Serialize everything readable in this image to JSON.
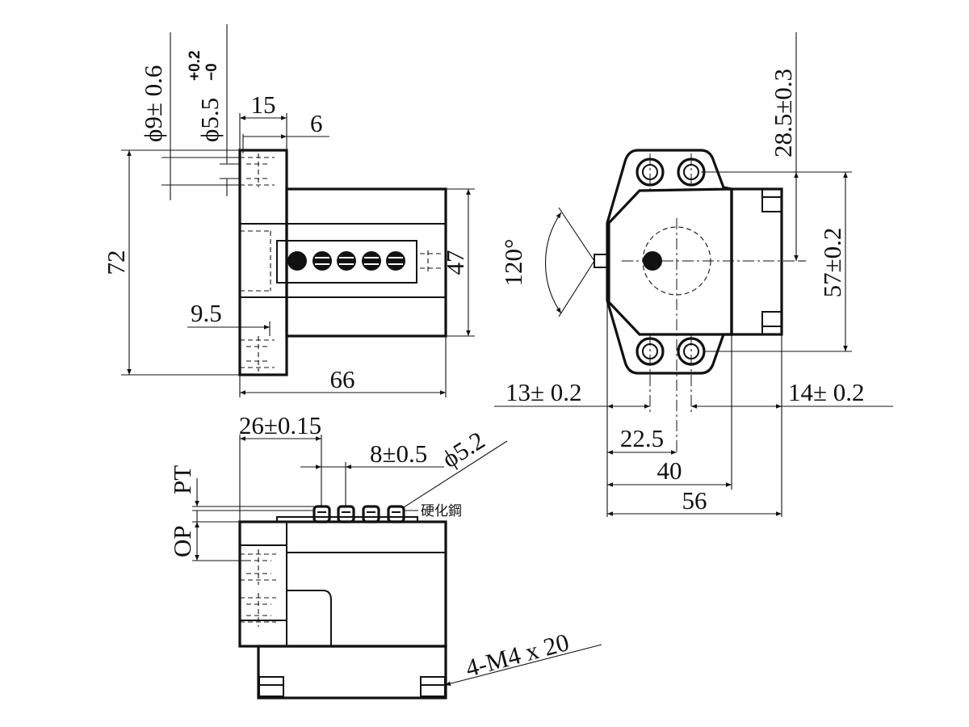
{
  "top_view": {
    "dim_phi9": "ϕ9± 0.6",
    "dim_phi55": "ϕ5.5",
    "dim_phi55_tol_plus": "+0.2",
    "dim_phi55_tol_minus": "−0",
    "dim_15": "15",
    "dim_6": "6",
    "dim_72": "72",
    "dim_47": "47",
    "dim_95": "9.5",
    "dim_66": "66"
  },
  "front_view": {
    "dim_26": "26±0.15",
    "dim_8": "8±0.5",
    "dim_phi52": "ϕ5.2",
    "label_pt": "PT",
    "label_op": "OP",
    "material_note": "硬化鋼",
    "thread_note": "4-M4 x 20"
  },
  "side_view": {
    "dim_285": "28.5±0.3",
    "dim_57": "57±0.2",
    "dim_120": "120°",
    "dim_13": "13± 0.2",
    "dim_14": "14± 0.2",
    "dim_225": "22.5",
    "dim_40": "40",
    "dim_56": "56"
  }
}
